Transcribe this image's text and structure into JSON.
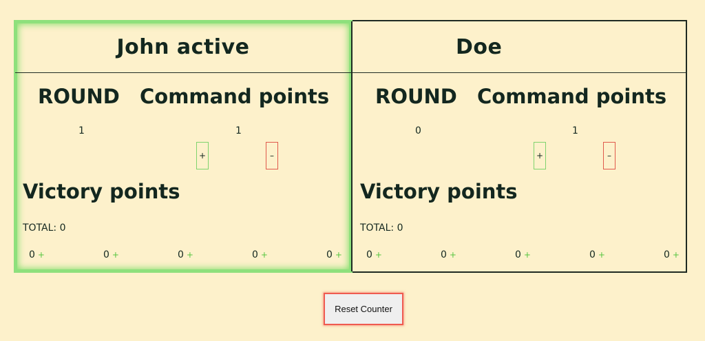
{
  "players": [
    {
      "name": "John active",
      "round_label": "ROUND",
      "command_label": "Command points",
      "round_value": "1",
      "command_value": "1",
      "plus_label": "+",
      "minus_label": "–",
      "vp_title": "Victory points",
      "total_label": "TOTAL: 0",
      "vp": [
        "0",
        "0",
        "0",
        "0",
        "0"
      ],
      "vp_add": "+",
      "active": true
    },
    {
      "name": "Doe",
      "round_label": "ROUND",
      "command_label": "Command points",
      "round_value": "0",
      "command_value": "1",
      "plus_label": "+",
      "minus_label": "–",
      "vp_title": "Victory points",
      "total_label": "TOTAL: 0",
      "vp": [
        "0",
        "0",
        "0",
        "0",
        "0"
      ],
      "vp_add": "+",
      "active": false
    }
  ],
  "reset_label": "Reset Counter",
  "colors": {
    "background": "#fdf1cb",
    "active_glow": "#8ee07c",
    "plus_border": "#7fd36d",
    "minus_border": "#e0594b",
    "reset_border": "#ef5a50"
  }
}
